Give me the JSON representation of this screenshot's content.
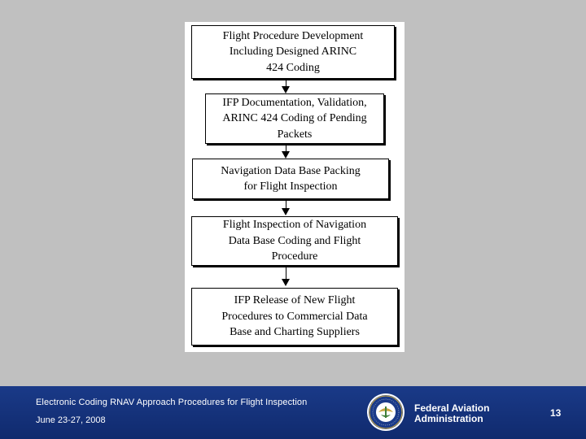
{
  "flowchart": {
    "steps": [
      {
        "lines": [
          "Flight Procedure Development",
          "Including Designed ARINC",
          "424 Coding"
        ]
      },
      {
        "lines": [
          "IFP Documentation, Validation,",
          "ARINC 424 Coding of Pending",
          "Packets"
        ]
      },
      {
        "lines": [
          "Navigation Data Base Packing",
          "for Flight Inspection"
        ]
      },
      {
        "lines": [
          "Flight Inspection of Navigation",
          "Data Base Coding and Flight",
          "Procedure"
        ]
      },
      {
        "lines": [
          "IFP Release of New Flight",
          "Procedures to Commercial Data",
          "Base and Charting Suppliers"
        ]
      }
    ]
  },
  "footer": {
    "title": "Electronic Coding RNAV Approach Procedures for Flight Inspection",
    "date": "June 23-27, 2008",
    "agency_line1": "Federal Aviation",
    "agency_line2": "Administration",
    "page_number": "13",
    "seal_icon": "faa-seal-icon",
    "seal_text": "FEDERAL AVIATION ADMINISTRATION"
  },
  "colors": {
    "background": "#c0c0c0",
    "footer": "#1a3a88",
    "seal_gold": "#c8a640",
    "seal_green": "#3f7f3a"
  }
}
